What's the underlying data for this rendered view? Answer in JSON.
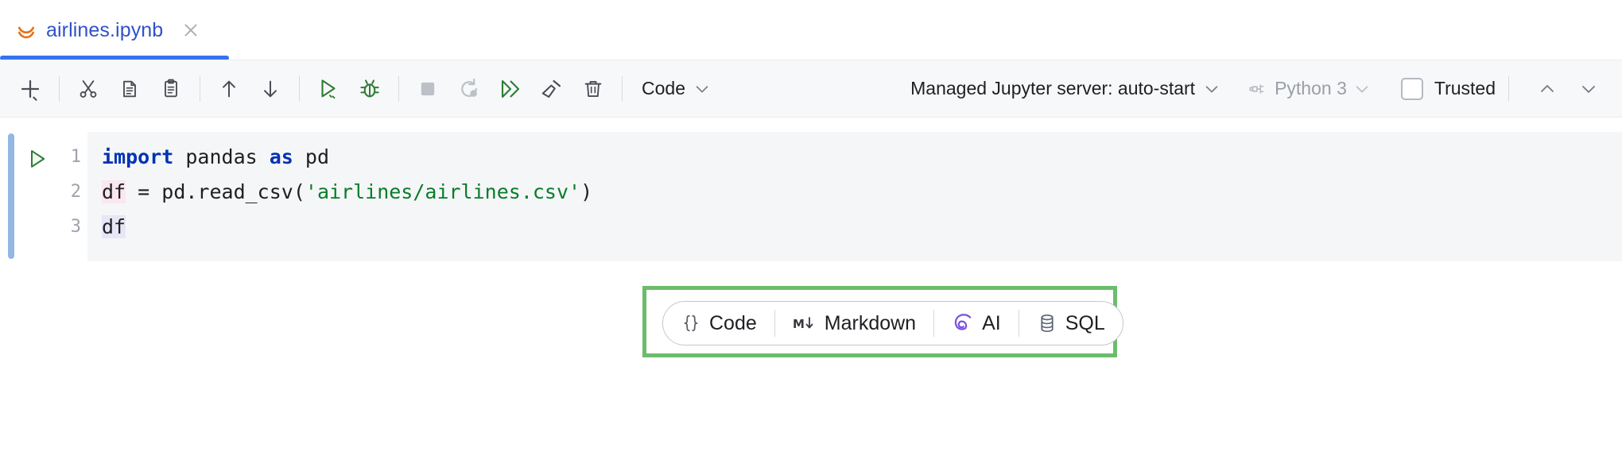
{
  "window": {
    "tab": {
      "icon": "jupyter-logo-icon",
      "title": "airlines.ipynb",
      "close_icon": "close-icon",
      "active": true
    }
  },
  "toolbar": {
    "buttons": [
      {
        "name": "add-cell-button",
        "icon": "plus-icon"
      },
      {
        "name": "cut-cell-button",
        "icon": "scissors-icon"
      },
      {
        "name": "copy-cell-button",
        "icon": "copy-icon"
      },
      {
        "name": "paste-cell-button",
        "icon": "paste-icon"
      },
      {
        "name": "move-cell-up-button",
        "icon": "arrow-up-icon"
      },
      {
        "name": "move-cell-down-button",
        "icon": "arrow-down-icon"
      },
      {
        "name": "run-cell-button",
        "icon": "run-icon"
      },
      {
        "name": "debug-cell-button",
        "icon": "bug-icon"
      },
      {
        "name": "interrupt-kernel-button",
        "icon": "stop-square-icon"
      },
      {
        "name": "restart-kernel-button",
        "icon": "restart-icon"
      },
      {
        "name": "run-all-button",
        "icon": "run-all-icon"
      },
      {
        "name": "clear-outputs-button",
        "icon": "broom-icon"
      },
      {
        "name": "delete-cell-button",
        "icon": "trash-icon"
      }
    ],
    "cell_type": {
      "label": "Code",
      "chevron_icon": "chevron-down-icon"
    },
    "server": {
      "label": "Managed Jupyter server: auto-start",
      "chevron_icon": "chevron-down-icon"
    },
    "kernel": {
      "icon": "plug-icon",
      "label": "Python 3",
      "chevron_icon": "chevron-down-icon",
      "disabled": true
    },
    "trusted": {
      "label": "Trusted",
      "checked": false
    },
    "nav": {
      "prev_icon": "chevron-up-icon",
      "next_icon": "chevron-down-icon"
    }
  },
  "notebook": {
    "cell": {
      "run_icon": "run-cell-play-icon",
      "type": "code",
      "line_numbers": [
        "1",
        "2",
        "3"
      ],
      "code": {
        "line1": {
          "kw_import": "import",
          "mod": " pandas ",
          "kw_as": "as",
          "alias": " pd"
        },
        "line2": {
          "var": "df",
          "op": " = pd.read_csv(",
          "str": "'airlines/airlines.csv'",
          "close": ")"
        },
        "line3": {
          "var": "df"
        }
      }
    },
    "add_cell_bar": {
      "highlighted": true,
      "highlight_color": "#6cbc6c",
      "items": [
        {
          "name": "add-code-cell-button",
          "icon": "braces-icon",
          "label": "Code"
        },
        {
          "name": "add-markdown-cell-button",
          "icon": "markdown-icon",
          "label": "Markdown"
        },
        {
          "name": "add-ai-cell-button",
          "icon": "ai-spiral-icon",
          "label": "AI",
          "icon_color": "#7b52e0"
        },
        {
          "name": "add-sql-cell-button",
          "icon": "database-icon",
          "label": "SQL"
        }
      ]
    }
  },
  "colors": {
    "accent_blue": "#3573f0",
    "tab_text": "#2f52c9",
    "cell_bg": "#f5f6f8",
    "gutter_bar": "#93b7e3",
    "run_green": "#2e7d32",
    "string_green": "#087d28",
    "keyword_blue": "#0033b3"
  }
}
